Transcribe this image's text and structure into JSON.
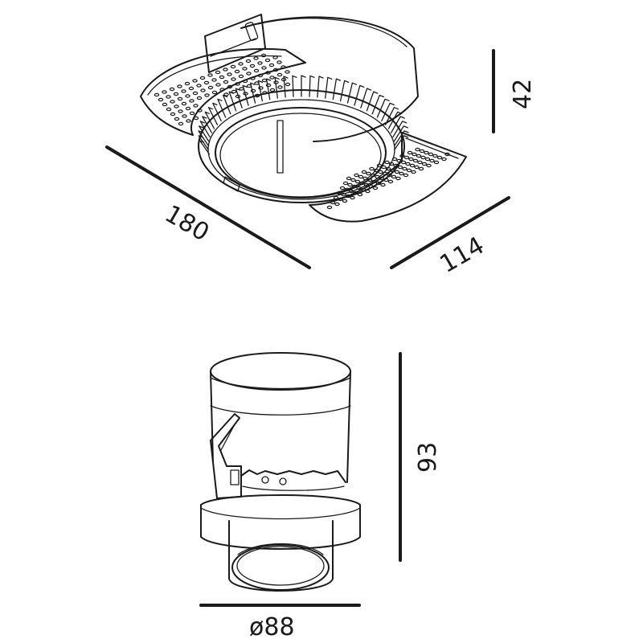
{
  "drawing": {
    "top_view": {
      "dimensions": {
        "length": "180",
        "width": "114",
        "height": "42"
      }
    },
    "side_view": {
      "dimensions": {
        "height": "93",
        "diameter": "ø88"
      }
    }
  }
}
